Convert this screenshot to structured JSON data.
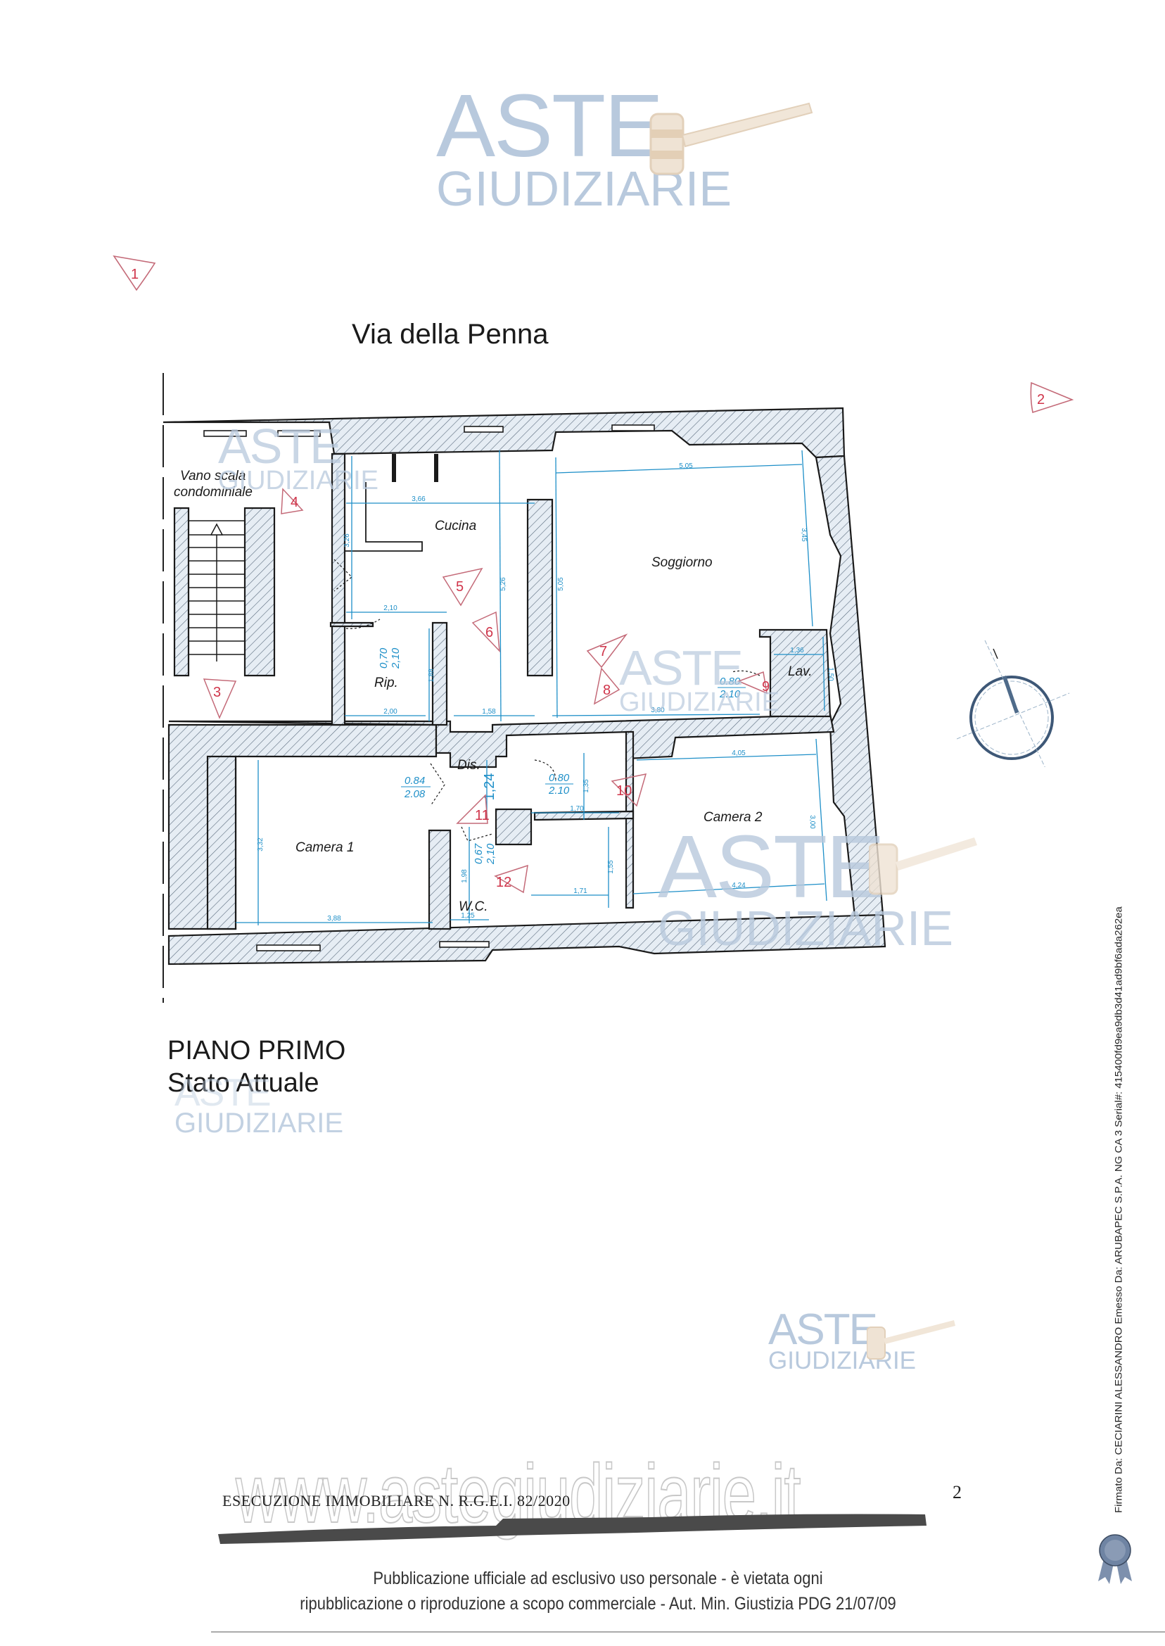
{
  "document": {
    "street_label": "Via della Penna",
    "plan_title": "PIANO PRIMO",
    "plan_subtitle": "Stato Attuale",
    "footer_case": "ESECUZIONE IMMOBILIARE N. R.G.E.I. 82/2020",
    "page_number": "2",
    "disclaimer_line1": "Pubblicazione ufficiale ad esclusivo uso personale - è vietata ogni",
    "disclaimer_line2": "ripubblicazione o riproduzione a scopo commerciale - Aut. Min. Giustizia PDG 21/07/09",
    "signature_text": "Firmato Da: CECIARINI ALESSANDRO Emesso Da: ARUBAPEC S.P.A. NG CA 3 Serial#: 415400fd9ea9db3d41ad9bf6ada262ea",
    "site_watermark": "www.astegiudiziarie.it"
  },
  "watermark": {
    "line1": "ASTE",
    "line2": "GIUDIZIARIE",
    "text_color": "#b8c9dd",
    "gavel_color": "#e8d8c4"
  },
  "floorplan": {
    "rooms": [
      {
        "name": "Vano scala",
        "name2": "condominiale"
      },
      {
        "name": "Cucina"
      },
      {
        "name": "Soggiorno"
      },
      {
        "name": "Rip."
      },
      {
        "name": "Lav."
      },
      {
        "name": "Dis."
      },
      {
        "name": "Camera 1"
      },
      {
        "name": "W.C."
      },
      {
        "name": "Camera 2"
      }
    ],
    "dimensions": {
      "cucina_width": "3,66",
      "cucina_height": "3,26",
      "cucina_full_height": "5,26",
      "cucina_lower_width": "2,10",
      "rip_width": "2,00",
      "rip_height": "1,88",
      "corridor_width": "1,58",
      "soggiorno_width": "5,05",
      "soggiorno_height": "5,05",
      "soggiorno_right_height": "3,45",
      "soggiorno_lower_width": "3,80",
      "lav_width": "1,36",
      "lav_height": "1,50",
      "camera1_width": "3,88",
      "camera1_height": "3,32",
      "wc_width": "1,25",
      "wc_height": "1,98",
      "dis_height": "1,24",
      "hall_width": "1,70",
      "hall_height": "1,35",
      "bath2_width": "1,71",
      "bath2_height": "1,55",
      "camera2_width_top": "4,05",
      "camera2_width_bottom": "4,24",
      "camera2_height": "3,00"
    },
    "doors": [
      {
        "w": "0,70",
        "h": "2,10"
      },
      {
        "w": "0.80",
        "h": "2.10"
      },
      {
        "w": "0.84",
        "h": "2.08"
      },
      {
        "w": "0,67",
        "h": "2,10"
      },
      {
        "w": "0.80",
        "h": "2.10"
      }
    ],
    "photo_markers": [
      "1",
      "2",
      "3",
      "4",
      "5",
      "6",
      "7",
      "8",
      "9",
      "10",
      "11",
      "12"
    ],
    "colors": {
      "wall": "#1a1a1a",
      "hatch": "#5a6b7d",
      "dimension": "#1e8fc8",
      "marker": "#d0344a"
    }
  }
}
